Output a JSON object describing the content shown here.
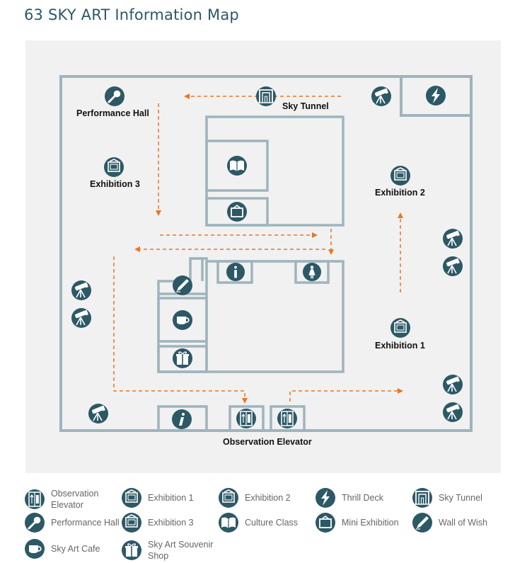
{
  "title": "63 SKY ART Information Map",
  "colors": {
    "wall": "#9fb4bd",
    "icon": "#2d5866",
    "route": "#e87722",
    "panel": "#f1f1f1"
  },
  "map_labels": {
    "performance_hall": "Performance Hall",
    "sky_tunnel": "Sky Tunnel",
    "exhibition_3": "Exhibition 3",
    "exhibition_2": "Exhibition 2",
    "exhibition_1": "Exhibition 1",
    "observation_elevator": "Observation Elevator"
  },
  "legend": [
    {
      "icon": "elevator-icon",
      "label": "Observation Elevator"
    },
    {
      "icon": "picture-frame-icon",
      "label": "Exhibition 1"
    },
    {
      "icon": "picture-frame-icon",
      "label": "Exhibition 2"
    },
    {
      "icon": "lightning-icon",
      "label": "Thrill Deck"
    },
    {
      "icon": "tunnel-frame-icon",
      "label": "Sky Tunnel"
    },
    {
      "icon": "microphone-icon",
      "label": "Performance Hall"
    },
    {
      "icon": "picture-frame-icon",
      "label": "Exhibition 3"
    },
    {
      "icon": "open-book-icon",
      "label": "Culture Class"
    },
    {
      "icon": "mini-frame-icon",
      "label": "Mini Exhibition"
    },
    {
      "icon": "pencil-icon",
      "label": "Wall of Wish"
    },
    {
      "icon": "coffee-cup-icon",
      "label": "Sky Art Cafe"
    },
    {
      "icon": "gift-icon",
      "label": "Sky Art Souvenir Shop"
    }
  ]
}
